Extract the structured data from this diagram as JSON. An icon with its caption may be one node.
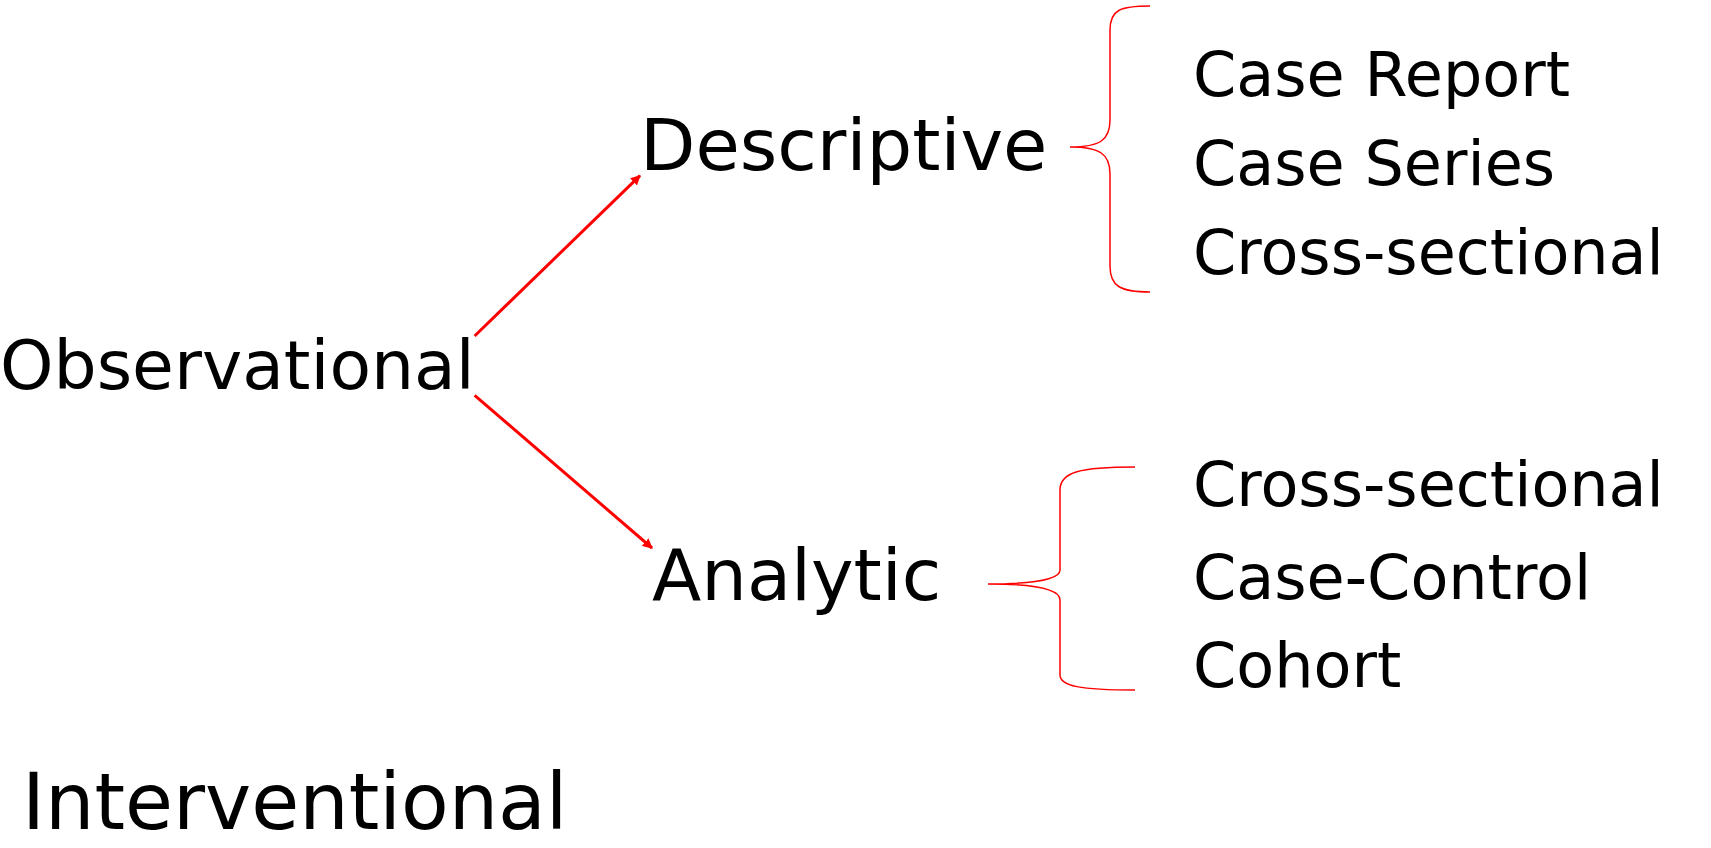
{
  "diagram": {
    "nodes": [
      {
        "text": [
          "Observational"
        ]
      },
      {
        "text": [
          "Descriptive"
        ]
      },
      {
        "text": [
          "Analytic"
        ]
      }
    ],
    "edges": [
      {
        "from": 0,
        "to": 1,
        "arrow": "to"
      },
      {
        "from": 0,
        "to": 2,
        "arrow": "to"
      }
    ],
    "labels": [
      "Case Report",
      "Case Series",
      "Cross-sectional",
      "Cross-sectional",
      "Case-Control",
      "Cohort",
      "Interventional"
    ]
  }
}
